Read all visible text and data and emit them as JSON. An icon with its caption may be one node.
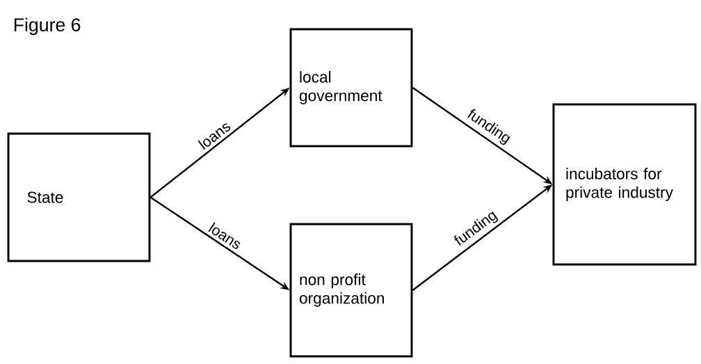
{
  "diagram": {
    "title": "Figure 6",
    "nodes": [
      {
        "text": [
          "State"
        ]
      },
      {
        "text": [
          "local government"
        ]
      },
      {
        "text": [
          "non profit organization"
        ]
      },
      {
        "text": [
          "incubators for private industry"
        ]
      }
    ],
    "edges": [
      {
        "from": 0,
        "to": 1,
        "arrow": "to",
        "label": "loans"
      },
      {
        "from": 0,
        "to": 2,
        "arrow": "to",
        "label": "loans"
      },
      {
        "from": 1,
        "to": 3,
        "arrow": "to",
        "label": "funding"
      },
      {
        "from": 2,
        "to": 3,
        "arrow": "to",
        "label": "funding"
      }
    ]
  }
}
